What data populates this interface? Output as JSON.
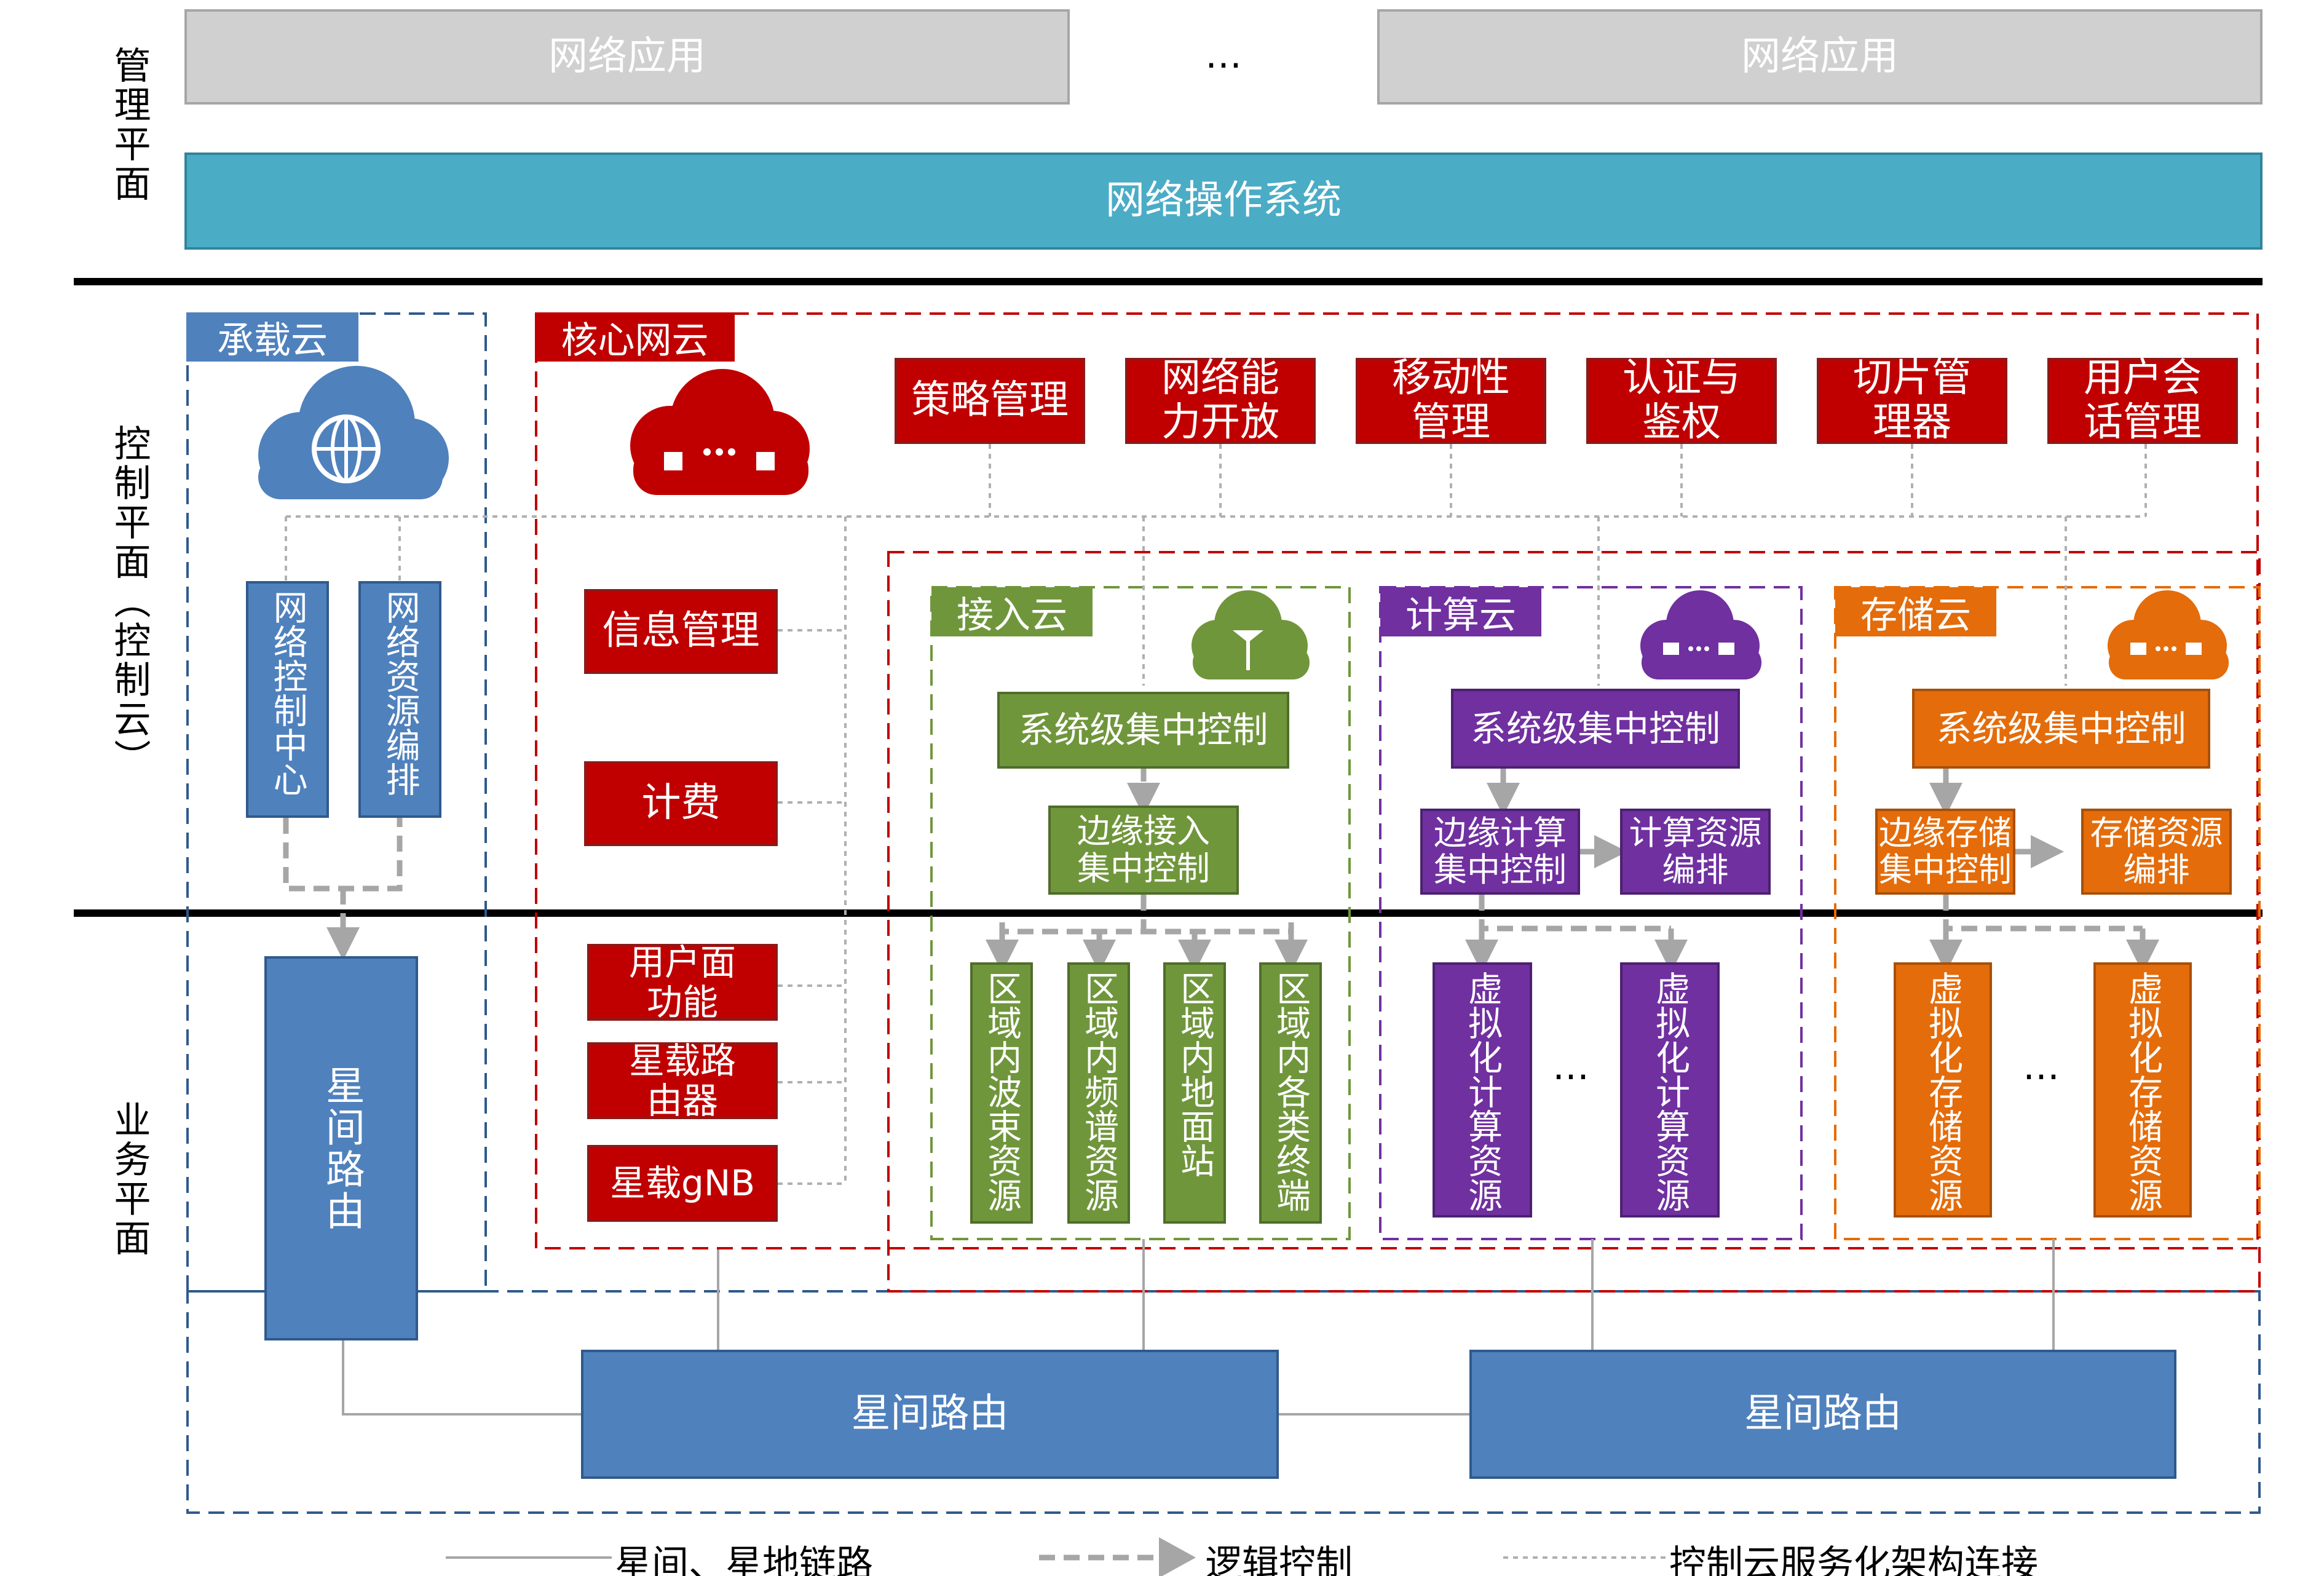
{
  "planes": {
    "management": "管理平面",
    "control": "控制平面（控制云）",
    "service": "业务平面"
  },
  "management": {
    "network_app_left": "网络应用",
    "network_app_right": "网络应用",
    "ellipsis": "…",
    "network_os": "网络操作系统"
  },
  "bearer_cloud": {
    "tag": "承载云",
    "network_control_center": "网络控制中心",
    "network_resource_orchestration": "网络资源编排",
    "inter_satellite_routing": "星间路由"
  },
  "core_cloud": {
    "tag": "核心网云",
    "functions": [
      "策略管理",
      "网络能力开放",
      "移动性管理",
      "认证与鉴权",
      "切片管理器",
      "用户会话管理"
    ],
    "info_management": "信息管理",
    "billing": "计费",
    "user_plane_function": "用户面功能",
    "onboard_router": "星载路由器",
    "onboard_gnb": "星载gNB"
  },
  "access_cloud": {
    "tag": "接入云",
    "system_control": "系统级集中控制",
    "edge_control": "边缘接入集中控制",
    "resources": [
      "区域内波束资源",
      "区域内频谱资源",
      "区域内地面站",
      "区域内各类终端"
    ]
  },
  "compute_cloud": {
    "tag": "计算云",
    "system_control": "系统级集中控制",
    "edge_control": "边缘计算集中控制",
    "orchestration": "计算资源编排",
    "resource_left": "虚拟化计算资源",
    "resource_right": "虚拟化计算资源",
    "ellipsis": "…"
  },
  "storage_cloud": {
    "tag": "存储云",
    "system_control": "系统级集中控制",
    "edge_control": "边缘存储集中控制",
    "orchestration": "存储资源编排",
    "resource_left": "虚拟化存储资源",
    "resource_right": "虚拟化存储资源",
    "ellipsis": "…"
  },
  "bottom": {
    "routing_left": "星间路由",
    "routing_right": "星间路由"
  },
  "legend": {
    "links": "星间、星地链路",
    "logic": "逻辑控制",
    "sba": "控制云服务化架构连接"
  },
  "colors": {
    "gray_box": "#d0d0d0",
    "network_os": "#4bacc6",
    "blue": "#4f81bd",
    "red": "#c00000",
    "green": "#70963c",
    "purple": "#7030a0",
    "orange": "#e46c0a"
  }
}
